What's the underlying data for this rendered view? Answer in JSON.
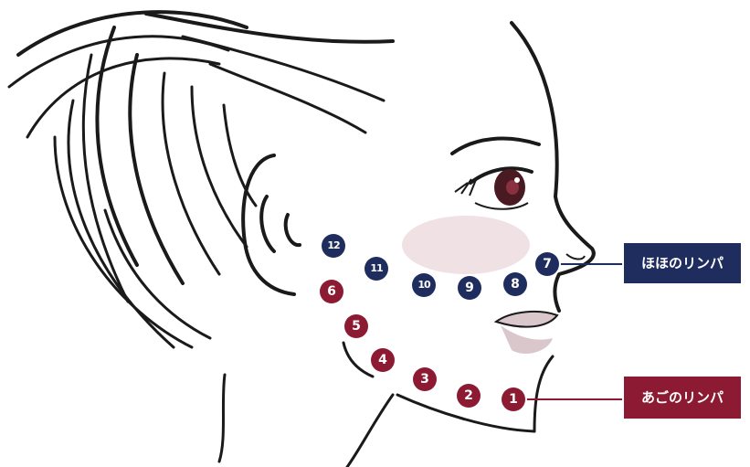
{
  "colors": {
    "navy": "#1f2d5e",
    "maroon": "#8c1a33",
    "outline": "#1a1a1a",
    "lip": "#d9c7cc",
    "cheek": "#ecd9de",
    "iris": "#4a1a22"
  },
  "labels": {
    "cheek_lymph": "ほほのリンパ",
    "jaw_lymph": "あごのリンパ"
  },
  "points": [
    {
      "num": "1",
      "group": "jaw"
    },
    {
      "num": "2",
      "group": "jaw"
    },
    {
      "num": "3",
      "group": "jaw"
    },
    {
      "num": "4",
      "group": "jaw"
    },
    {
      "num": "5",
      "group": "jaw"
    },
    {
      "num": "6",
      "group": "jaw"
    },
    {
      "num": "7",
      "group": "cheek"
    },
    {
      "num": "8",
      "group": "cheek"
    },
    {
      "num": "9",
      "group": "cheek"
    },
    {
      "num": "10",
      "group": "cheek"
    },
    {
      "num": "11",
      "group": "cheek"
    },
    {
      "num": "12",
      "group": "cheek"
    }
  ]
}
